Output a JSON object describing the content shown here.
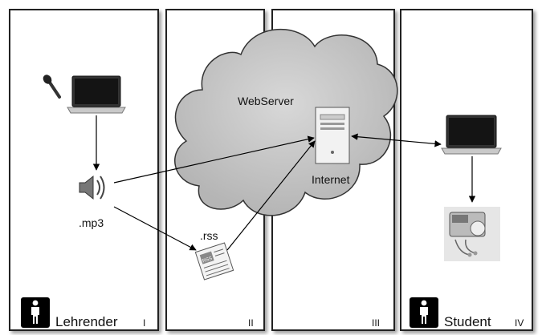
{
  "labels": {
    "webserver": "WebServer",
    "internet": "Internet",
    "mp3": ".mp3",
    "rss": ".rss",
    "rss_icon_text": "RSS"
  },
  "panels": [
    {
      "numeral": "I",
      "person": "Lehrender"
    },
    {
      "numeral": "II"
    },
    {
      "numeral": "III"
    },
    {
      "numeral": "IV",
      "person": "Student"
    }
  ],
  "icons": {
    "microphone": "microphone-icon",
    "laptop": "laptop-icon",
    "speaker": "speaker-icon",
    "server": "server-tower-icon",
    "feed": "rss-newspaper-icon",
    "player": "mp3-player-icon",
    "person": "person-icon"
  },
  "colors": {
    "cloud": "#c4c4c4",
    "panel_border": "#222222",
    "line": "#000000"
  }
}
